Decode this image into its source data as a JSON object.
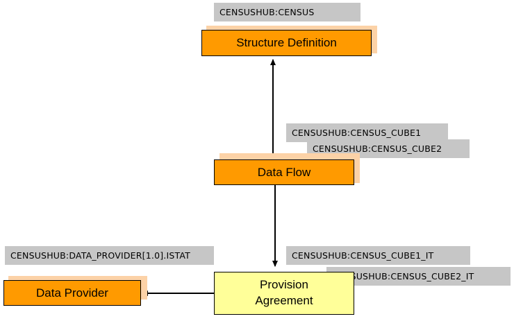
{
  "nodes": {
    "structure_definition": "Structure Definition",
    "data_flow": "Data Flow",
    "provision_agreement_line1": "Provision",
    "provision_agreement_line2": "Agreement",
    "data_provider": "Data Provider"
  },
  "tags": {
    "census": "CENSUSHUB:CENSUS",
    "cube1": "CENSUSHUB:CENSUS_CUBE1",
    "cube2": "CENSUSHUB:CENSUS_CUBE2",
    "provider": "CENSUSHUB:DATA_PROVIDER[1.0].ISTAT",
    "cube1_it": "CENSUSHUB:CENSUS_CUBE1_IT",
    "cube2_it": "CENSUSHUB:CENSUS_CUBE2_IT"
  },
  "colors": {
    "orange_box": "#ff9a00",
    "orange_shadow": "#fcd2a7",
    "yellow_box": "#ffff99",
    "tag_gray": "#c6c6c6"
  }
}
